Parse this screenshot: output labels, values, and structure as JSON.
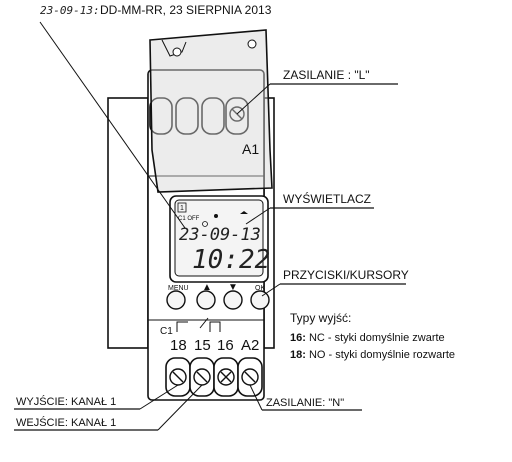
{
  "header": {
    "date_seg": "23-09-13:",
    "date_text": "DD-MM-RR, 23 SIERPNIA 2013"
  },
  "callouts": {
    "zasilanie_l": "ZASILANIE  : \"L\"",
    "wyswietlacz": "WYŚWIETLACZ",
    "przyciski": "PRZYCISKI/KURSORY",
    "wyjscie": "WYJŚCIE: KANAŁ 1",
    "wejscie": "WEJŚCIE: KANAŁ 1",
    "zasilanie_n": "ZASILANIE: \"N\""
  },
  "device": {
    "a1_label": "A1",
    "display": {
      "channel": "1",
      "c1_state": "C1 OFF",
      "date": "23-09-13",
      "time": "10:22"
    },
    "buttons": [
      "MENU",
      "▲",
      "▼",
      "OK"
    ],
    "contact_group": "C1",
    "terminals": [
      "18",
      "15",
      "16",
      "A2"
    ]
  },
  "output_types": {
    "title": "Typy wyjść:",
    "lines": [
      {
        "code": "16:",
        "rest": " NC - styki domyślnie zwarte"
      },
      {
        "code": "18:",
        "rest": " NO - styki domyślnie  rozwarte"
      }
    ]
  }
}
